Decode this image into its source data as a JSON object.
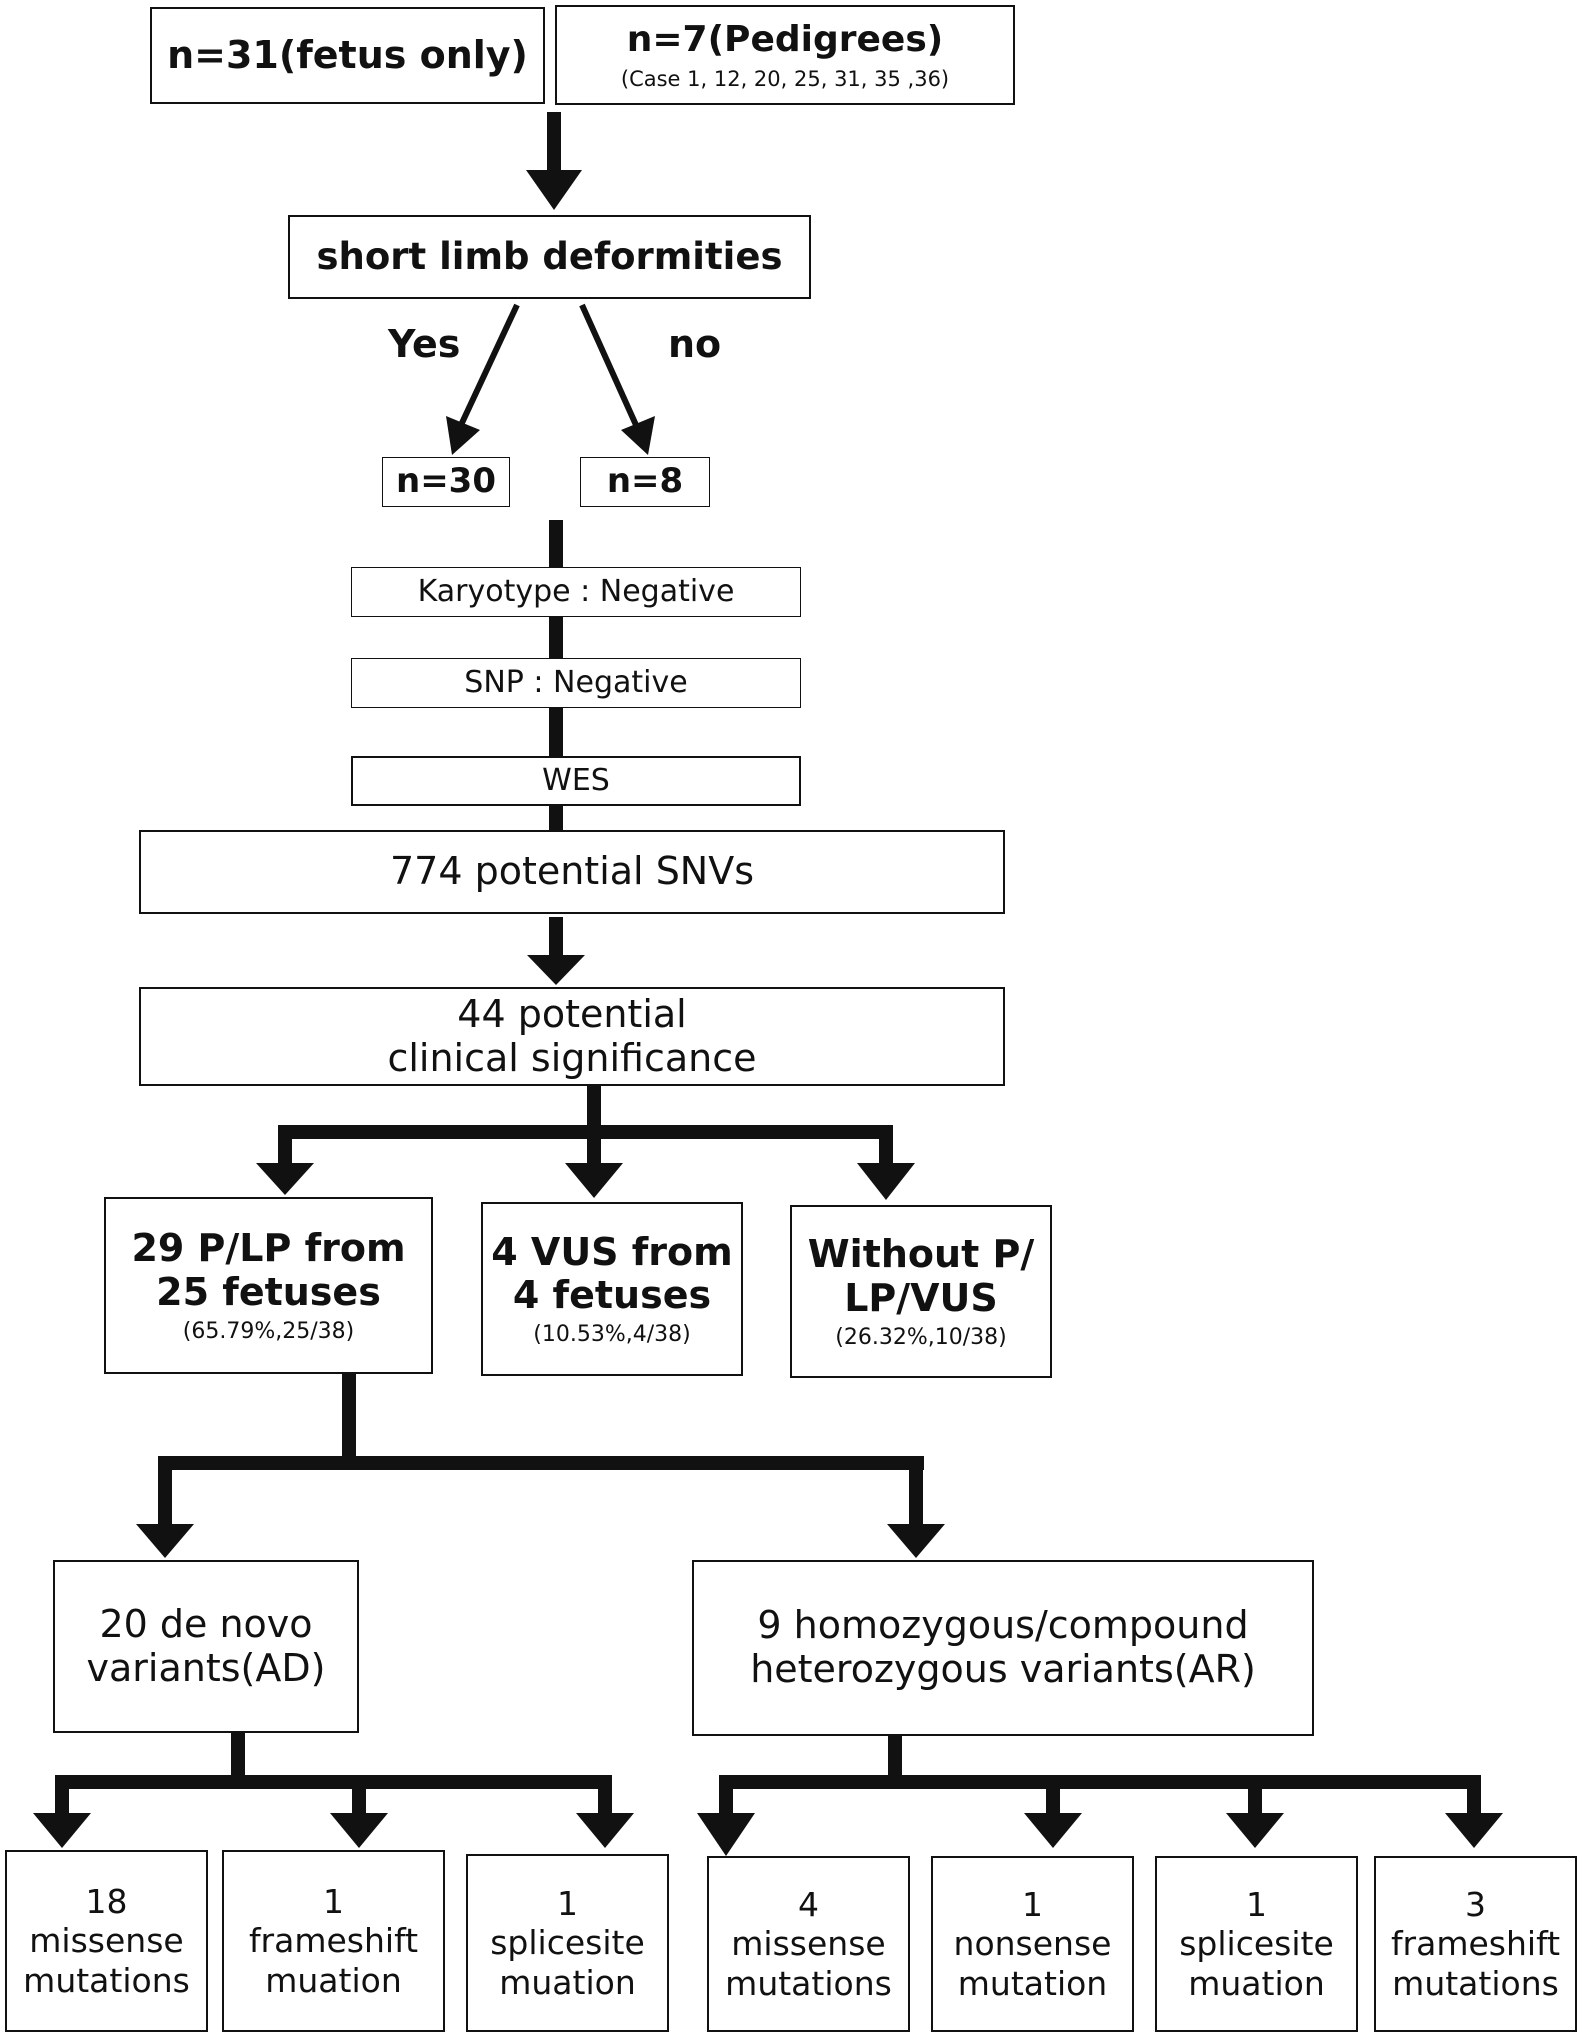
{
  "top": {
    "fetus_only": "n=31(fetus only)",
    "pedigrees": "n=7(Pedigrees)",
    "pedigrees_cases": "(Case 1, 12, 20, 25, 31, 35 ,36)"
  },
  "screen": {
    "criterion": "short limb deformities",
    "yes_label": "Yes",
    "no_label": "no",
    "yes_count": "n=30",
    "no_count": "n=8"
  },
  "tests": {
    "karyotype": "Karyotype : Negative",
    "snp": "SNP : Negative",
    "wes": "WES"
  },
  "filter": {
    "snvs": "774 potential SNVs",
    "clinical_line1": "44 potential",
    "clinical_line2": "clinical significance"
  },
  "classes": {
    "plp_line1": "29 P/LP from",
    "plp_line2": "25 fetuses",
    "plp_pct": "(65.79%,25/38)",
    "vus_line1": "4 VUS from",
    "vus_line2": "4 fetuses",
    "vus_pct": "(10.53%,4/38)",
    "none_line1": "Without P/",
    "none_line2": "LP/VUS",
    "none_pct": "(26.32%,10/38)"
  },
  "inheritance": {
    "ad_line1": "20 de novo",
    "ad_line2": "variants(AD)",
    "ar_line1": "9 homozygous/compound",
    "ar_line2": "heterozygous variants(AR)"
  },
  "ad_types": [
    {
      "n": "18",
      "l1": "missense",
      "l2": "mutations"
    },
    {
      "n": "1",
      "l1": "frameshift",
      "l2": "muation"
    },
    {
      "n": "1",
      "l1": "splicesite",
      "l2": "muation"
    }
  ],
  "ar_types": [
    {
      "n": "4",
      "l1": "missense",
      "l2": "mutations"
    },
    {
      "n": "1",
      "l1": "nonsense",
      "l2": "mutation"
    },
    {
      "n": "1",
      "l1": "splicesite",
      "l2": "muation"
    },
    {
      "n": "3",
      "l1": "frameshift",
      "l2": "mutations"
    }
  ]
}
